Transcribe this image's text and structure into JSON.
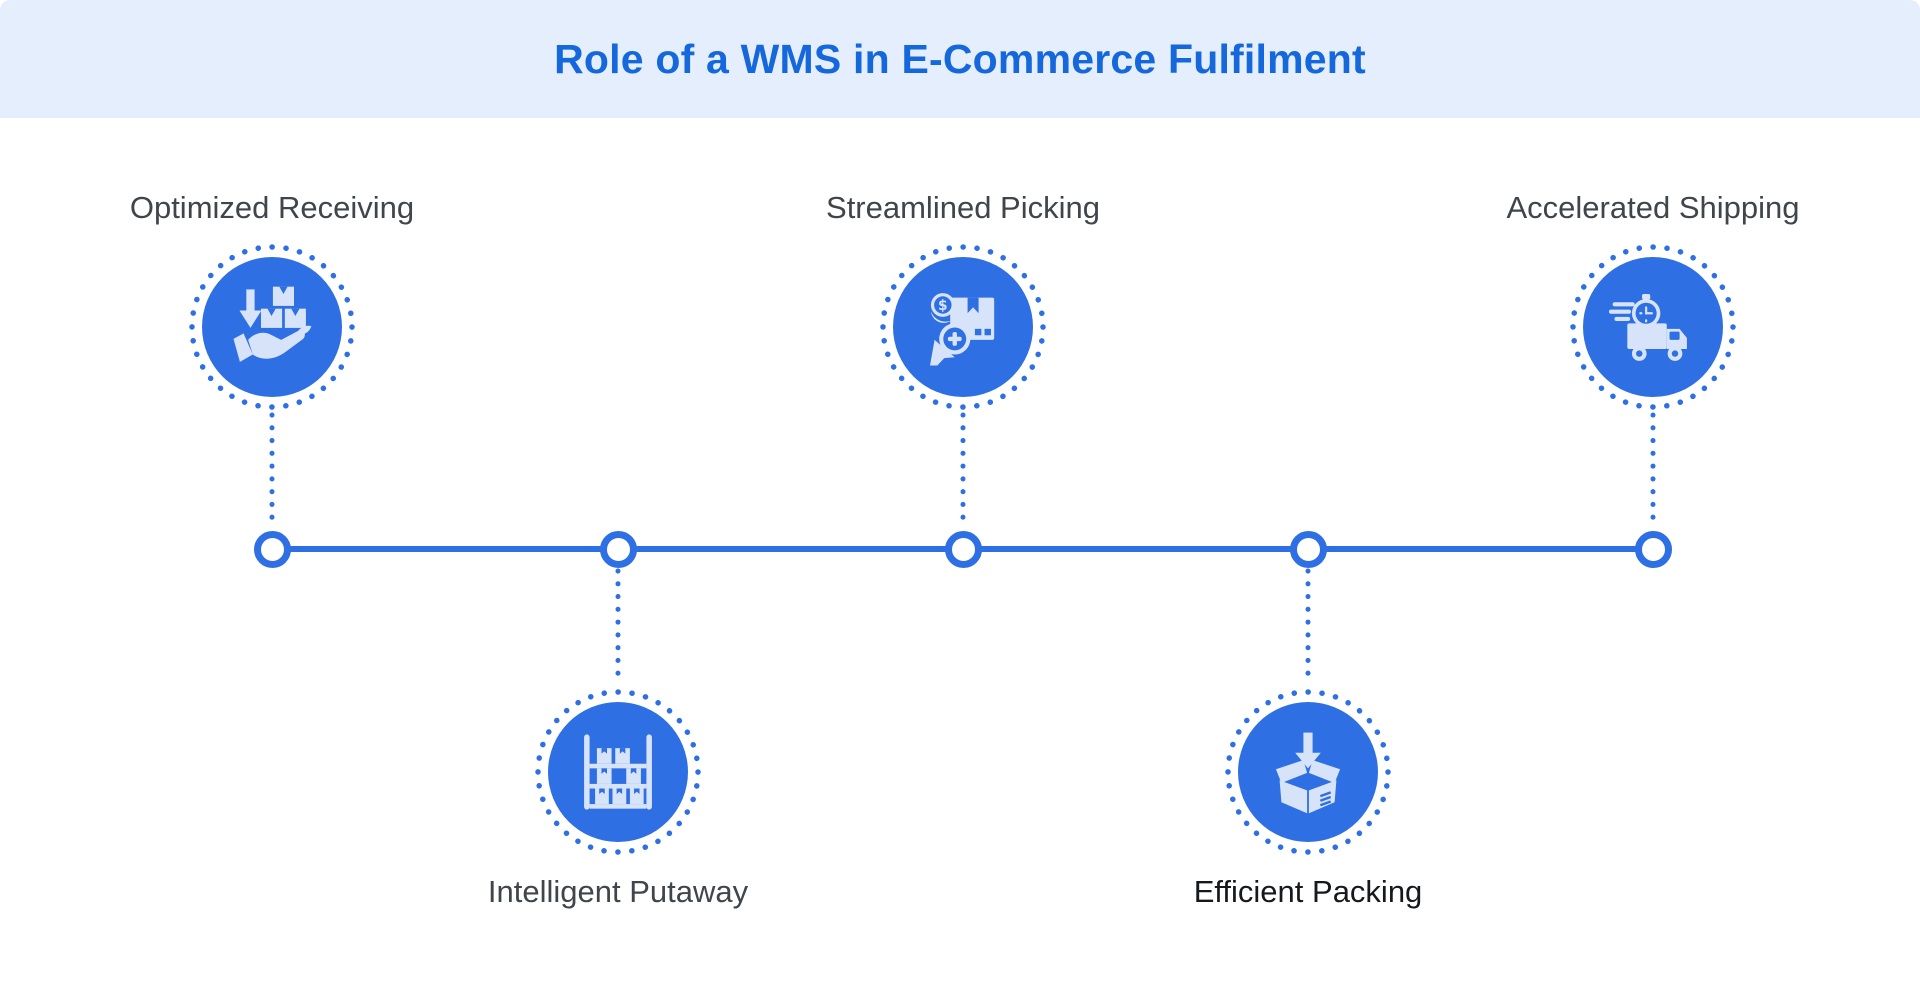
{
  "header": {
    "title": "Role of a WMS in E-Commerce Fulfilment"
  },
  "theme": {
    "header_bg": "#E4EEFC",
    "canvas_bg": "#FFFFFF",
    "accent_blue": "#2E70E3",
    "title_color": "#1567DC",
    "icon_tint": "#D7E3F8",
    "label_color_default": "#40454C",
    "label_color_emphasis": "#15181D"
  },
  "timeline": {
    "orientation": "horizontal",
    "node_count": 5,
    "line_style": "solid",
    "connector_style": "dotted",
    "ring_style": "dotted"
  },
  "icon_glyphs": {
    "dollar": "$"
  },
  "steps": [
    {
      "label": "Optimized Receiving",
      "icon": "receiving-hand-boxes-icon",
      "row": "top",
      "label_color": "#40454C"
    },
    {
      "label": "Intelligent Putaway",
      "icon": "shelf-rack-boxes-icon",
      "row": "bottom",
      "label_color": "#40454C"
    },
    {
      "label": "Streamlined Picking",
      "icon": "box-magnifier-coin-icon",
      "row": "top",
      "label_color": "#40454C"
    },
    {
      "label": "Efficient Packing",
      "icon": "open-box-down-arrow-icon",
      "row": "bottom",
      "label_color": "#15181D"
    },
    {
      "label": "Accelerated Shipping",
      "icon": "delivery-truck-stopwatch-icon",
      "row": "top",
      "label_color": "#40454C"
    }
  ]
}
